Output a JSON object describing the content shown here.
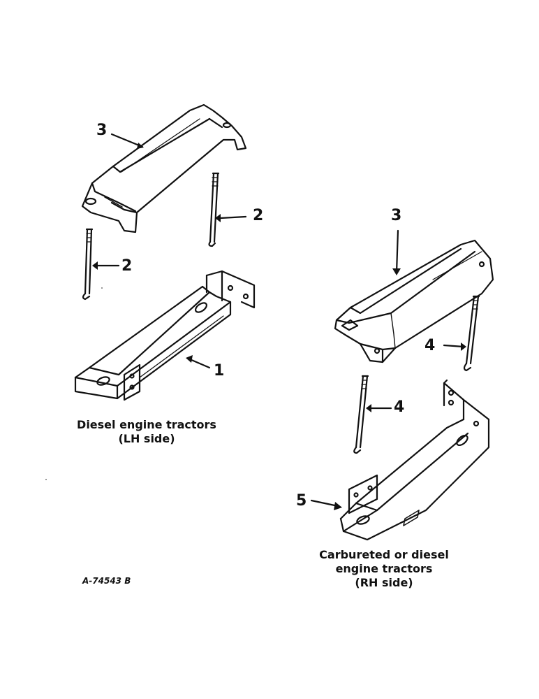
{
  "callouts": {
    "lh_cover": "3",
    "lh_rod_right": "2",
    "lh_rod_left": "2",
    "lh_tray": "1",
    "rh_cover": "3",
    "rh_rod_upper": "4",
    "rh_rod_lower": "4",
    "rh_tray": "5"
  },
  "captions": {
    "lh": [
      "Diesel engine tractors",
      "(LH side)"
    ],
    "rh": [
      "Carbureted or diesel",
      "engine tractors",
      "(RH side)"
    ]
  },
  "figure_ref": "A-74543 B",
  "colors": {
    "ink": "#111111",
    "paper": "#ffffff"
  }
}
